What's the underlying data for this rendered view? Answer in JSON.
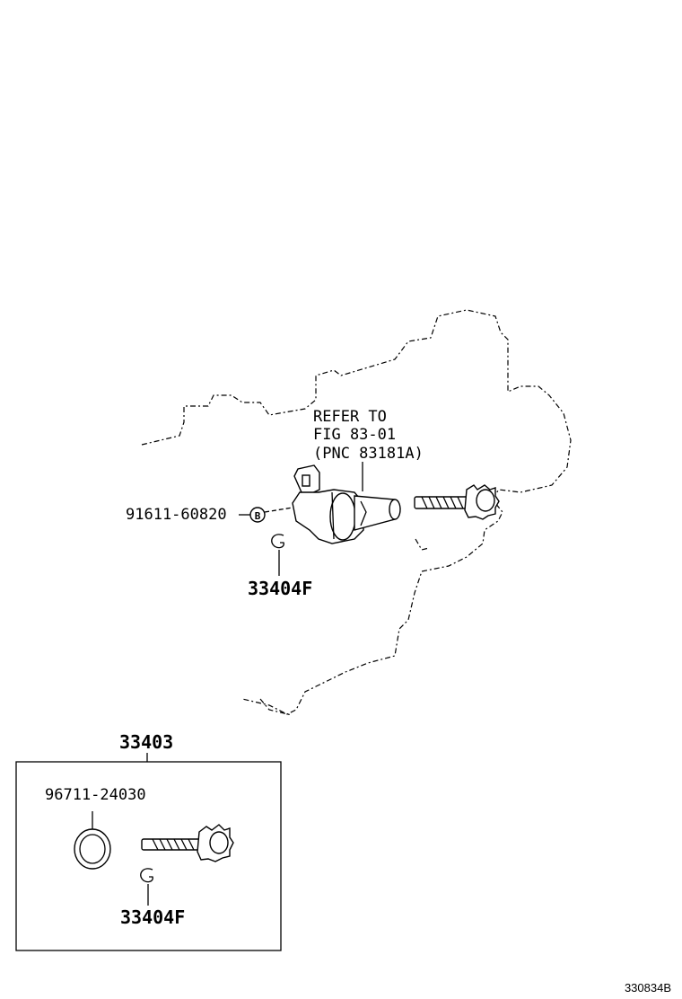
{
  "callouts": {
    "refer_line1": "REFER TO",
    "refer_line2": "FIG 83-01",
    "refer_line3": "(PNC 83181A)",
    "bolt_part": "91611-60820",
    "bolt_marker": "B",
    "clip_part_top": "33404F",
    "kit_part": "33403",
    "oring_part": "96711-24030",
    "clip_part_bottom": "33404F"
  },
  "footer": {
    "figure_code": "330834B"
  }
}
